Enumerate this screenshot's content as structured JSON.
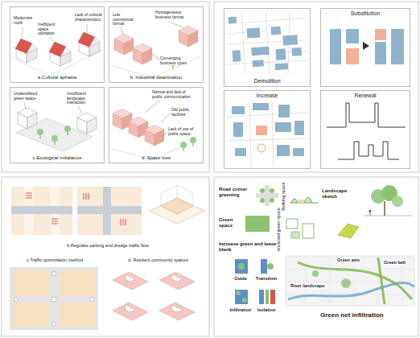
{
  "diagram": {
    "nodes": [
      {
        "text": [
          "a.Cultural aphasia"
        ]
      },
      {
        "text": [
          "b. Industrial deactivation"
        ]
      },
      {
        "text": [
          "c.Ecological imbalance"
        ]
      },
      {
        "text": [
          "d. Space loss"
        ]
      },
      {
        "text": [
          "Demolition"
        ]
      },
      {
        "text": [
          "Substitution"
        ]
      },
      {
        "text": [
          "Increase"
        ]
      },
      {
        "text": [
          "Renewal"
        ]
      },
      {
        "text": [
          "b.Regulate parking and dredge traffic flow"
        ]
      },
      {
        "text": [
          "c.Traffic optimization method"
        ]
      },
      {
        "text": [
          "d. Resilient community spaces"
        ]
      }
    ],
    "labels": [
      "Modernize roofs",
      "Inefficient space utilization",
      "Lack of cultural characteristics",
      "Low commercial format",
      "Homogeneous business format",
      "Converging business types",
      "Underutilized green space",
      "Insufficient landscape interaction",
      "Narrow and lack of public communication",
      "Old public facilities",
      "Lack of use of public space",
      "Road corner greening",
      "Walking space",
      "Landscape sketch",
      "Green space",
      "enclosed green space",
      "Increase green and leave blank",
      "Guide",
      "Transition",
      "Infiltration",
      "Isolation",
      "Green axis",
      "Green belt",
      "River landscape",
      "Green net infiltration"
    ]
  }
}
